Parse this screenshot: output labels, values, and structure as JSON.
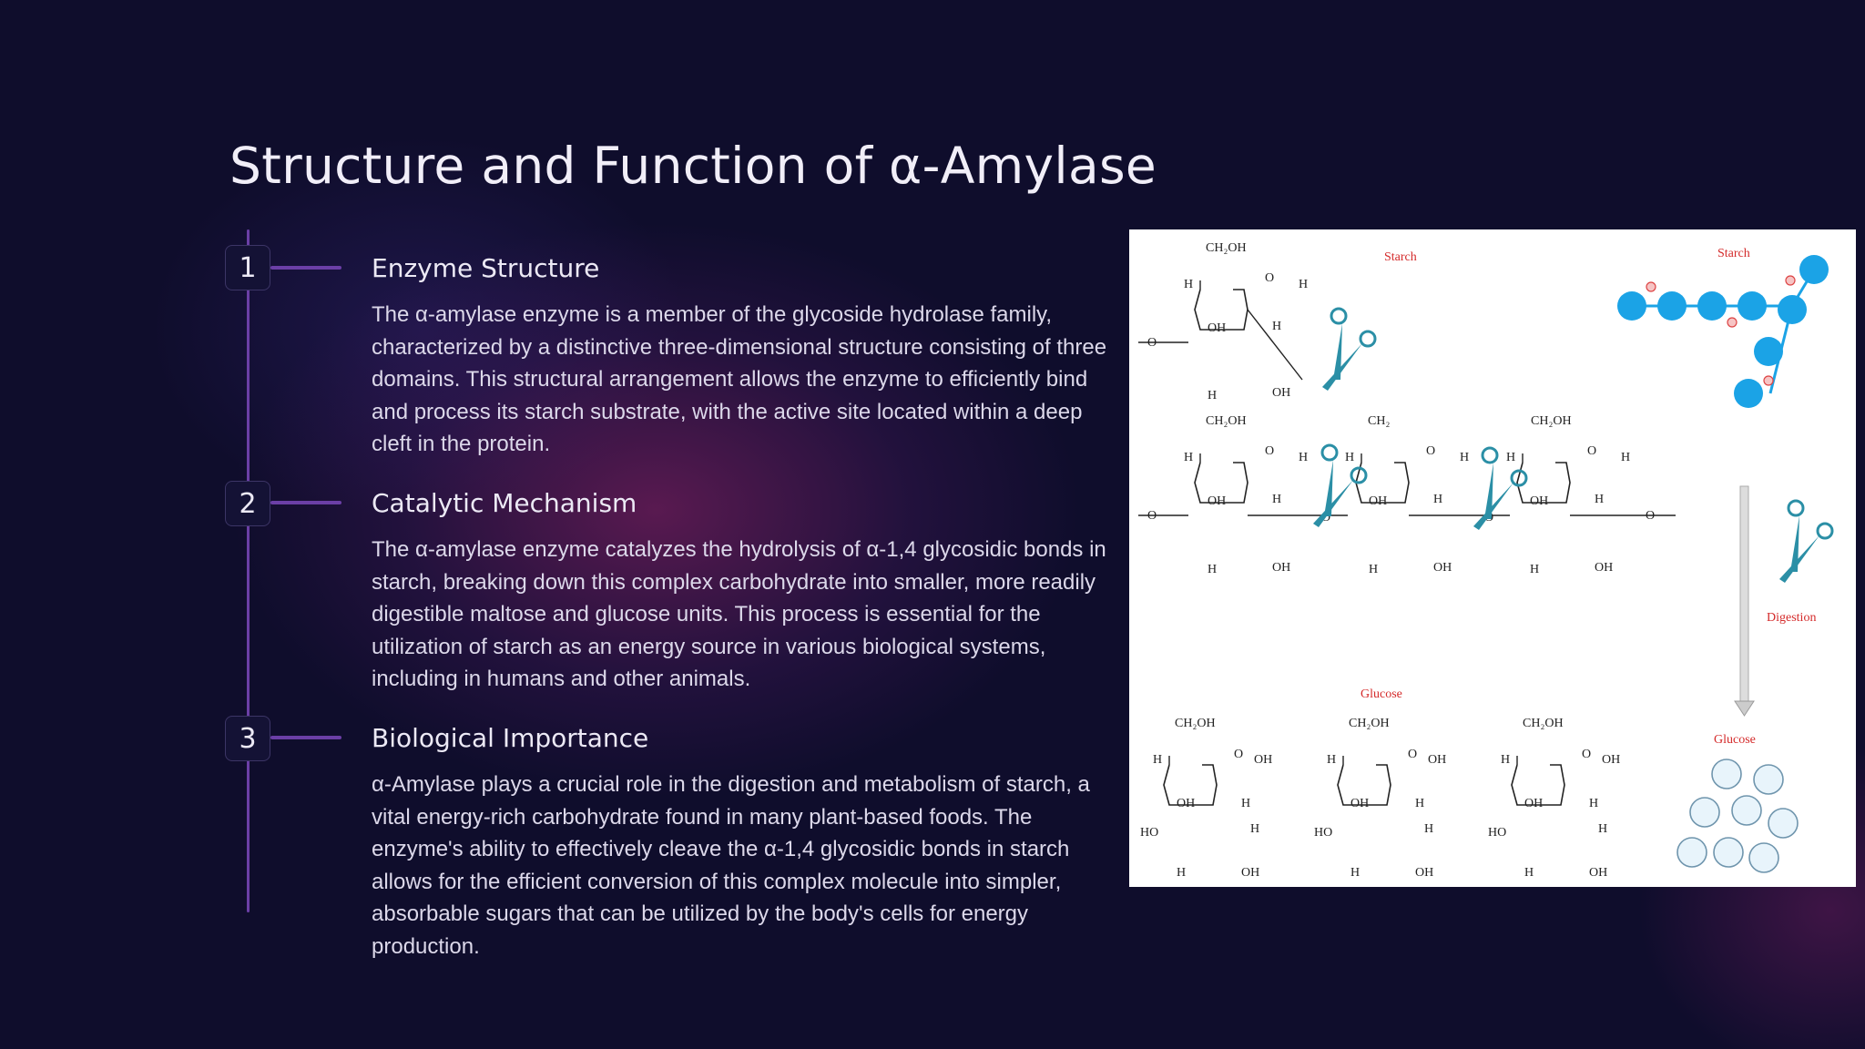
{
  "slide": {
    "title": "Structure and Function of α-Amylase"
  },
  "steps": [
    {
      "number": "1",
      "heading": "Enzyme Structure",
      "body": "The α-amylase enzyme is a member of the glycoside hydrolase family, characterized by a distinctive three-dimensional structure consisting of three domains. This structural arrangement allows the enzyme to efficiently bind and process its starch substrate, with the active site located within a deep cleft in the protein."
    },
    {
      "number": "2",
      "heading": "Catalytic Mechanism",
      "body": "The α-amylase enzyme catalyzes the hydrolysis of α-1,4 glycosidic bonds in starch, breaking down this complex carbohydrate into smaller, more readily digestible maltose and glucose units. This process is essential for the utilization of starch as an energy source in various biological systems, including in humans and other animals."
    },
    {
      "number": "3",
      "heading": "Biological Importance",
      "body": "α-Amylase plays a crucial role in the digestion and metabolism of starch, a vital energy-rich carbohydrate found in many plant-based foods. The enzyme's ability to effectively cleave the α-1,4 glycosidic bonds in starch allows for the efficient conversion of this complex molecule into simpler, absorbable sugars that can be utilized by the body's cells for energy production."
    }
  ],
  "figure": {
    "label_starch_left": "Starch",
    "label_starch_right": "Starch",
    "label_digestion": "Digestion",
    "label_glucose_center": "Glucose",
    "label_glucose_right": "Glucose",
    "atoms": {
      "ch2oh": "CH₂OH",
      "ch2": "CH₂",
      "o": "O",
      "h": "H",
      "oh": "OH",
      "ho": "HO"
    },
    "colors": {
      "label_red": "#d42a2a",
      "bead_blue": "#1ba3e6",
      "scissors_teal": "#2b8fa6"
    }
  }
}
